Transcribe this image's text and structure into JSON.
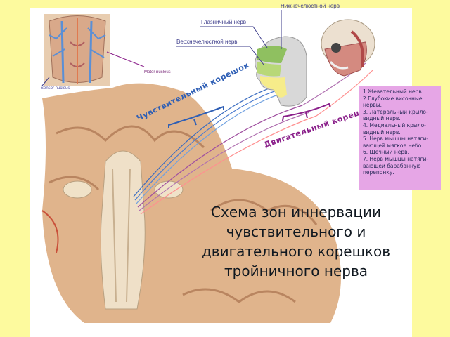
{
  "labels": {
    "mandibular_nerve": "Нижнечелюстной нерв",
    "ophthalmic_nerve": "Глазничный нерв",
    "maxillary_nerve": "Верхнечелюстной нерв",
    "motor_nucleus": "Motor nucleus",
    "sensor_nucleus": "Sensor nucleus",
    "sensory_root": "Чувствительный корешок",
    "motor_root": "Двигательный корешок"
  },
  "legend": {
    "items": [
      "1.Жевательный нерв.",
      "2.Глубокие височные\nнервы.",
      "3. Латеральный крыло-\nвидный нерв.",
      "4. Медиальный крыло-\nвидный нерв.",
      "5. Нерв мышцы натяги-\nвающей мягкое небо.",
      "6. Щечный нерв.",
      "7. Нерв мышцы натяги-\nвающей барабанную\nперепонку."
    ]
  },
  "caption": "Схема зон иннервации чувствительного и двигательного корешков тройничного нерва",
  "colors": {
    "background": "#fdfa9e",
    "legend_bg": "#e6a6e6",
    "sensory": "#2f5fb5",
    "motor": "#8a1f8a"
  }
}
